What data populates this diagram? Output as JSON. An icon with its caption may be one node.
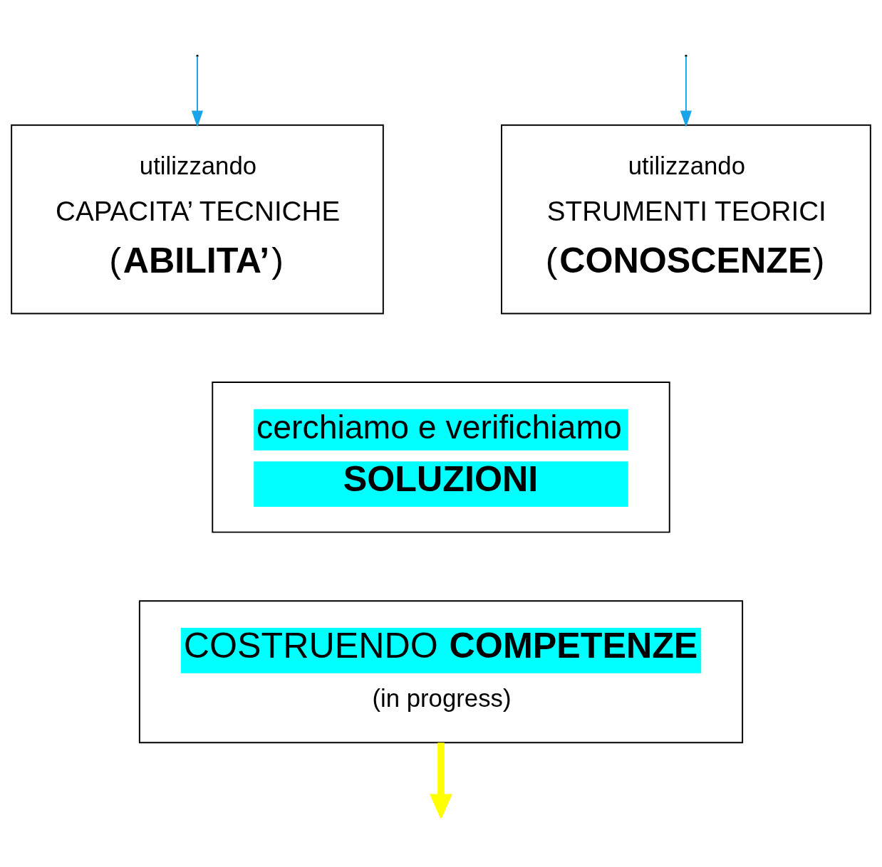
{
  "diagram": {
    "nodes": [
      {
        "text": [
          "utilizzando",
          "STRUMENTI TEORICI",
          "(**CONOSCENZE**)"
        ]
      },
      {
        "text": [
          "utilizzando",
          "CAPACITA’ TECNICHE",
          "(**ABILITA’**)"
        ]
      },
      {
        "text": [
          "cerchiamo e verifichiamo",
          "**SOLUZIONI**"
        ]
      },
      {
        "text": [
          "COSTRUENDO **COMPETENZE**",
          "(in progress)"
        ]
      }
    ],
    "edges": [
      {
        "from": null,
        "to": 0,
        "arrow": "to",
        "color": "#1aa3e8"
      },
      {
        "from": null,
        "to": 1,
        "arrow": "to",
        "color": "#1aa3e8"
      },
      {
        "from": 3,
        "to": null,
        "arrow": "to",
        "style": "thick",
        "color": "#ffff00"
      }
    ]
  }
}
